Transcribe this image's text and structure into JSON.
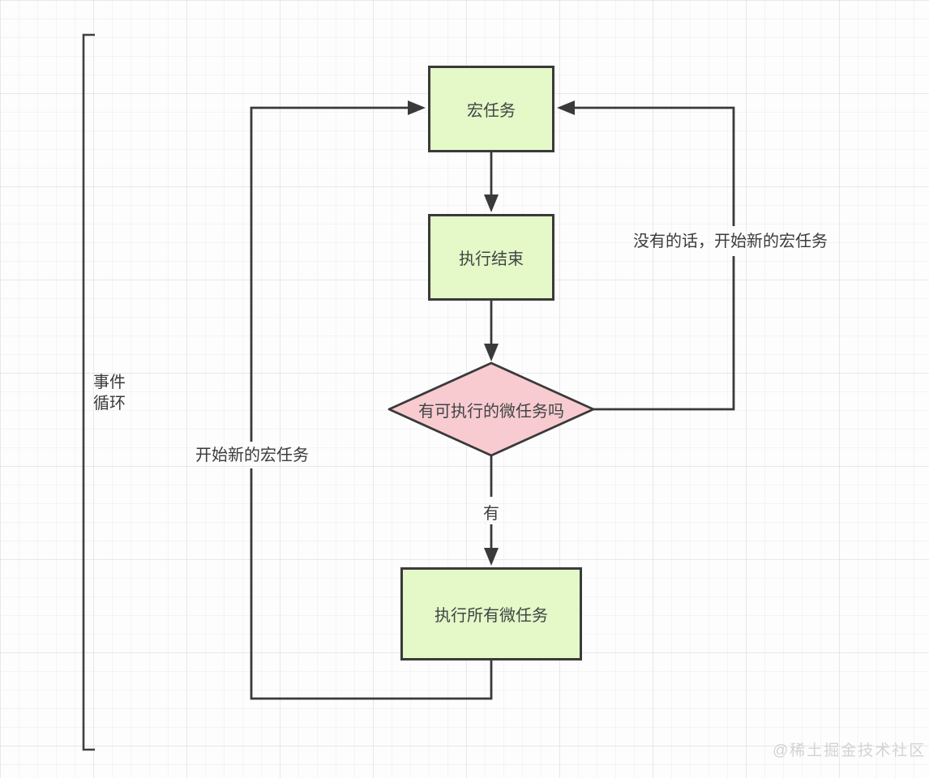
{
  "diagram": {
    "bracket": {
      "line1": "事件",
      "line2": "循环"
    },
    "nodes": {
      "macro_task": {
        "label": "宏任务",
        "type": "process"
      },
      "execution_end": {
        "label": "执行结束",
        "type": "process"
      },
      "microtask_check": {
        "label": "有可执行的微任务吗",
        "type": "decision"
      },
      "run_microtasks": {
        "label": "执行所有微任务",
        "type": "process"
      }
    },
    "edges": {
      "yes_label": "有",
      "left_loop_label": "开始新的宏任务",
      "right_loop_label": "没有的话，开始新的宏任务"
    },
    "watermark": "@稀土掘金技术社区",
    "colors": {
      "process_fill": "#e4f8c8",
      "decision_fill": "#f8cbd0",
      "stroke": "#3a3a3a",
      "grid_line": "#ececec"
    }
  }
}
